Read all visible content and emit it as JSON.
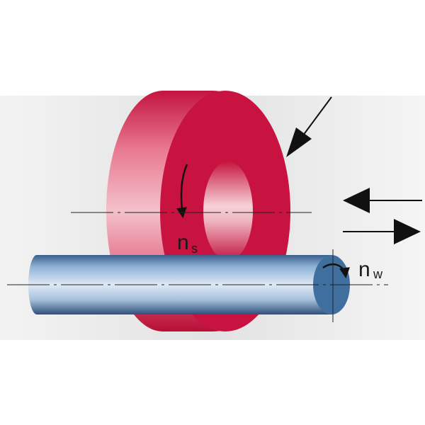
{
  "labels": {
    "wheel_speed": {
      "main": "n",
      "sub": "s"
    },
    "workpiece_speed": {
      "main": "n",
      "sub": "w"
    }
  },
  "colors": {
    "background": "#eaeaea",
    "wheel": "#c8123f",
    "workpiece": "#3f6f9e",
    "arrow": "#111111"
  }
}
